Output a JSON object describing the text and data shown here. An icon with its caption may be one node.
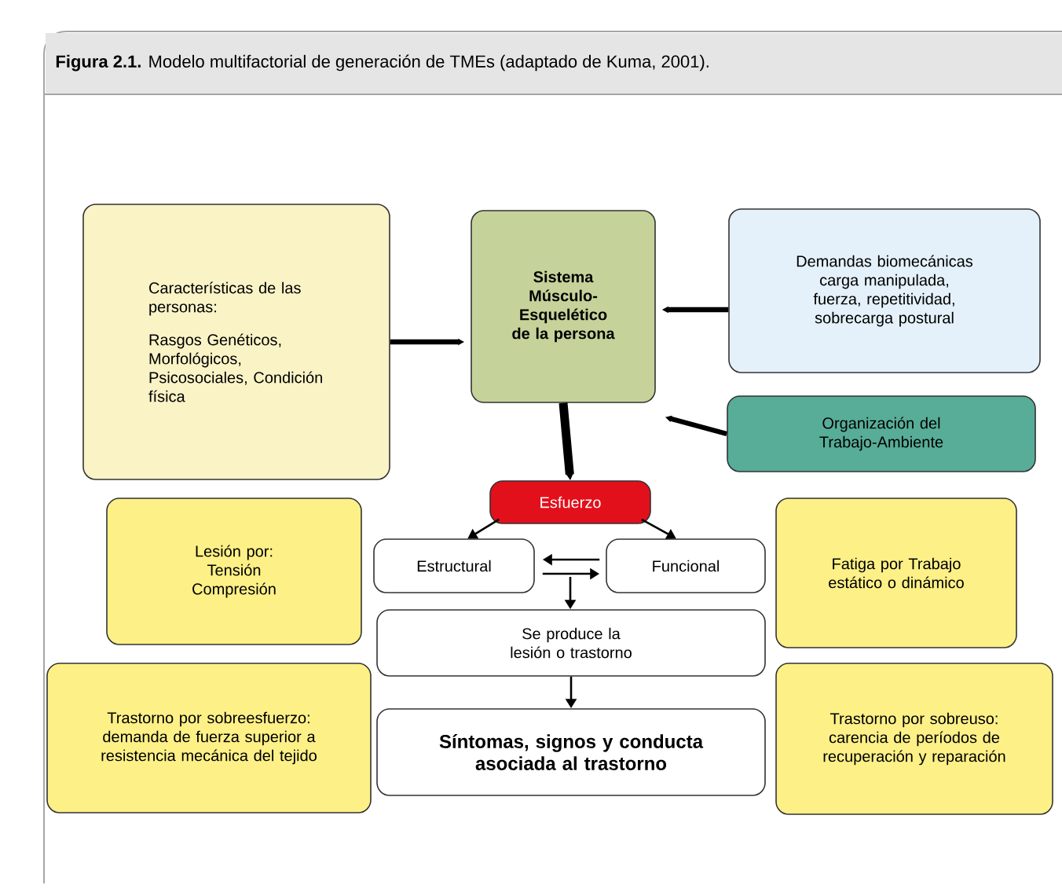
{
  "diagram": {
    "title": "**Figura 2.1.** Modelo multifactorial de generación de TMEs (adaptado de Kuma, 2001).",
    "nodes": [
      {
        "text": [
          "Características de las personas:",
          "Rasgos Genéticos, Morfológicos, Psicosociales, Condición física"
        ]
      },
      {
        "text": [
          "Sistema Músculo-Esquelético de la persona"
        ]
      },
      {
        "text": [
          "Demandas biomecánicas carga manipulada, fuerza, repetitividad, sobrecarga postural"
        ]
      },
      {
        "text": [
          "Organización del Trabajo-Ambiente"
        ]
      },
      {
        "text": [
          "Esfuerzo"
        ]
      },
      {
        "text": [
          "Lesión por: Tensión Compresión"
        ]
      },
      {
        "text": [
          "Estructural"
        ]
      },
      {
        "text": [
          "Funcional"
        ]
      },
      {
        "text": [
          "Fatiga por Trabajo estático o dinámico"
        ]
      },
      {
        "text": [
          "Se produce la lesión o trastorno"
        ]
      },
      {
        "text": [
          "Trastorno por sobreesfuerzo: demanda de fuerza superior a resistencia mecánica del tejido"
        ]
      },
      {
        "text": [
          "Síntomas, signos y conducta asociada al trastorno"
        ]
      },
      {
        "text": [
          "Trastorno por sobreuso: carencia de períodos de recuperación y reparación"
        ]
      }
    ],
    "edges": [
      {
        "from": 0,
        "to": 1,
        "arrow": "to",
        "style": "thick"
      },
      {
        "from": 2,
        "to": 1,
        "arrow": "to",
        "style": "thick"
      },
      {
        "from": 3,
        "to": 1,
        "arrow": "to",
        "style": "thick"
      },
      {
        "from": 1,
        "to": 4,
        "arrow": "to",
        "style": "thick"
      },
      {
        "from": 4,
        "to": 6,
        "arrow": "to"
      },
      {
        "from": 4,
        "to": 7,
        "arrow": "to"
      },
      {
        "from": 7,
        "to": 6,
        "arrow": "to"
      },
      {
        "from": 6,
        "to": 7,
        "arrow": "to"
      },
      {
        "from": null,
        "to": 9,
        "arrow": "to"
      },
      {
        "from": 9,
        "to": 11,
        "arrow": "to"
      }
    ]
  }
}
